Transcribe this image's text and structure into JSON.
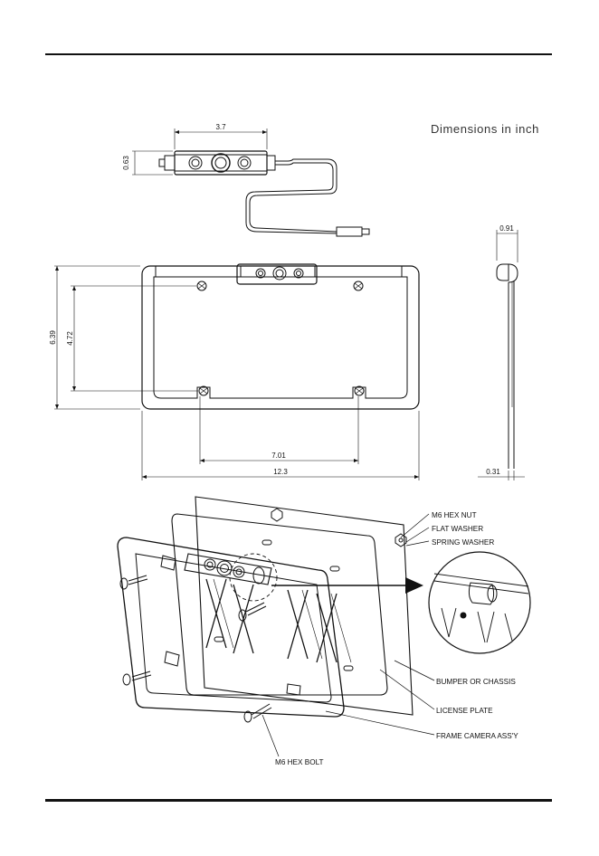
{
  "title": "Dimensions in inch",
  "dimensions": {
    "camera_width": "3.7",
    "camera_height": "0.63",
    "frame_height": "6.39",
    "hole_vertical": "4.72",
    "hole_horizontal": "7.01",
    "frame_width": "12.3",
    "side_depth": "0.91",
    "side_thickness": "0.31"
  },
  "labels": {
    "hex_nut": "M6 HEX NUT",
    "flat_washer": "FLAT WASHER",
    "spring_washer": "SPRING WASHER",
    "bumper": "BUMPER OR CHASSIS",
    "license_plate": "LICENSE PLATE",
    "frame_camera": "FRAME CAMERA ASS'Y",
    "hex_bolt": "M6 HEX BOLT"
  }
}
